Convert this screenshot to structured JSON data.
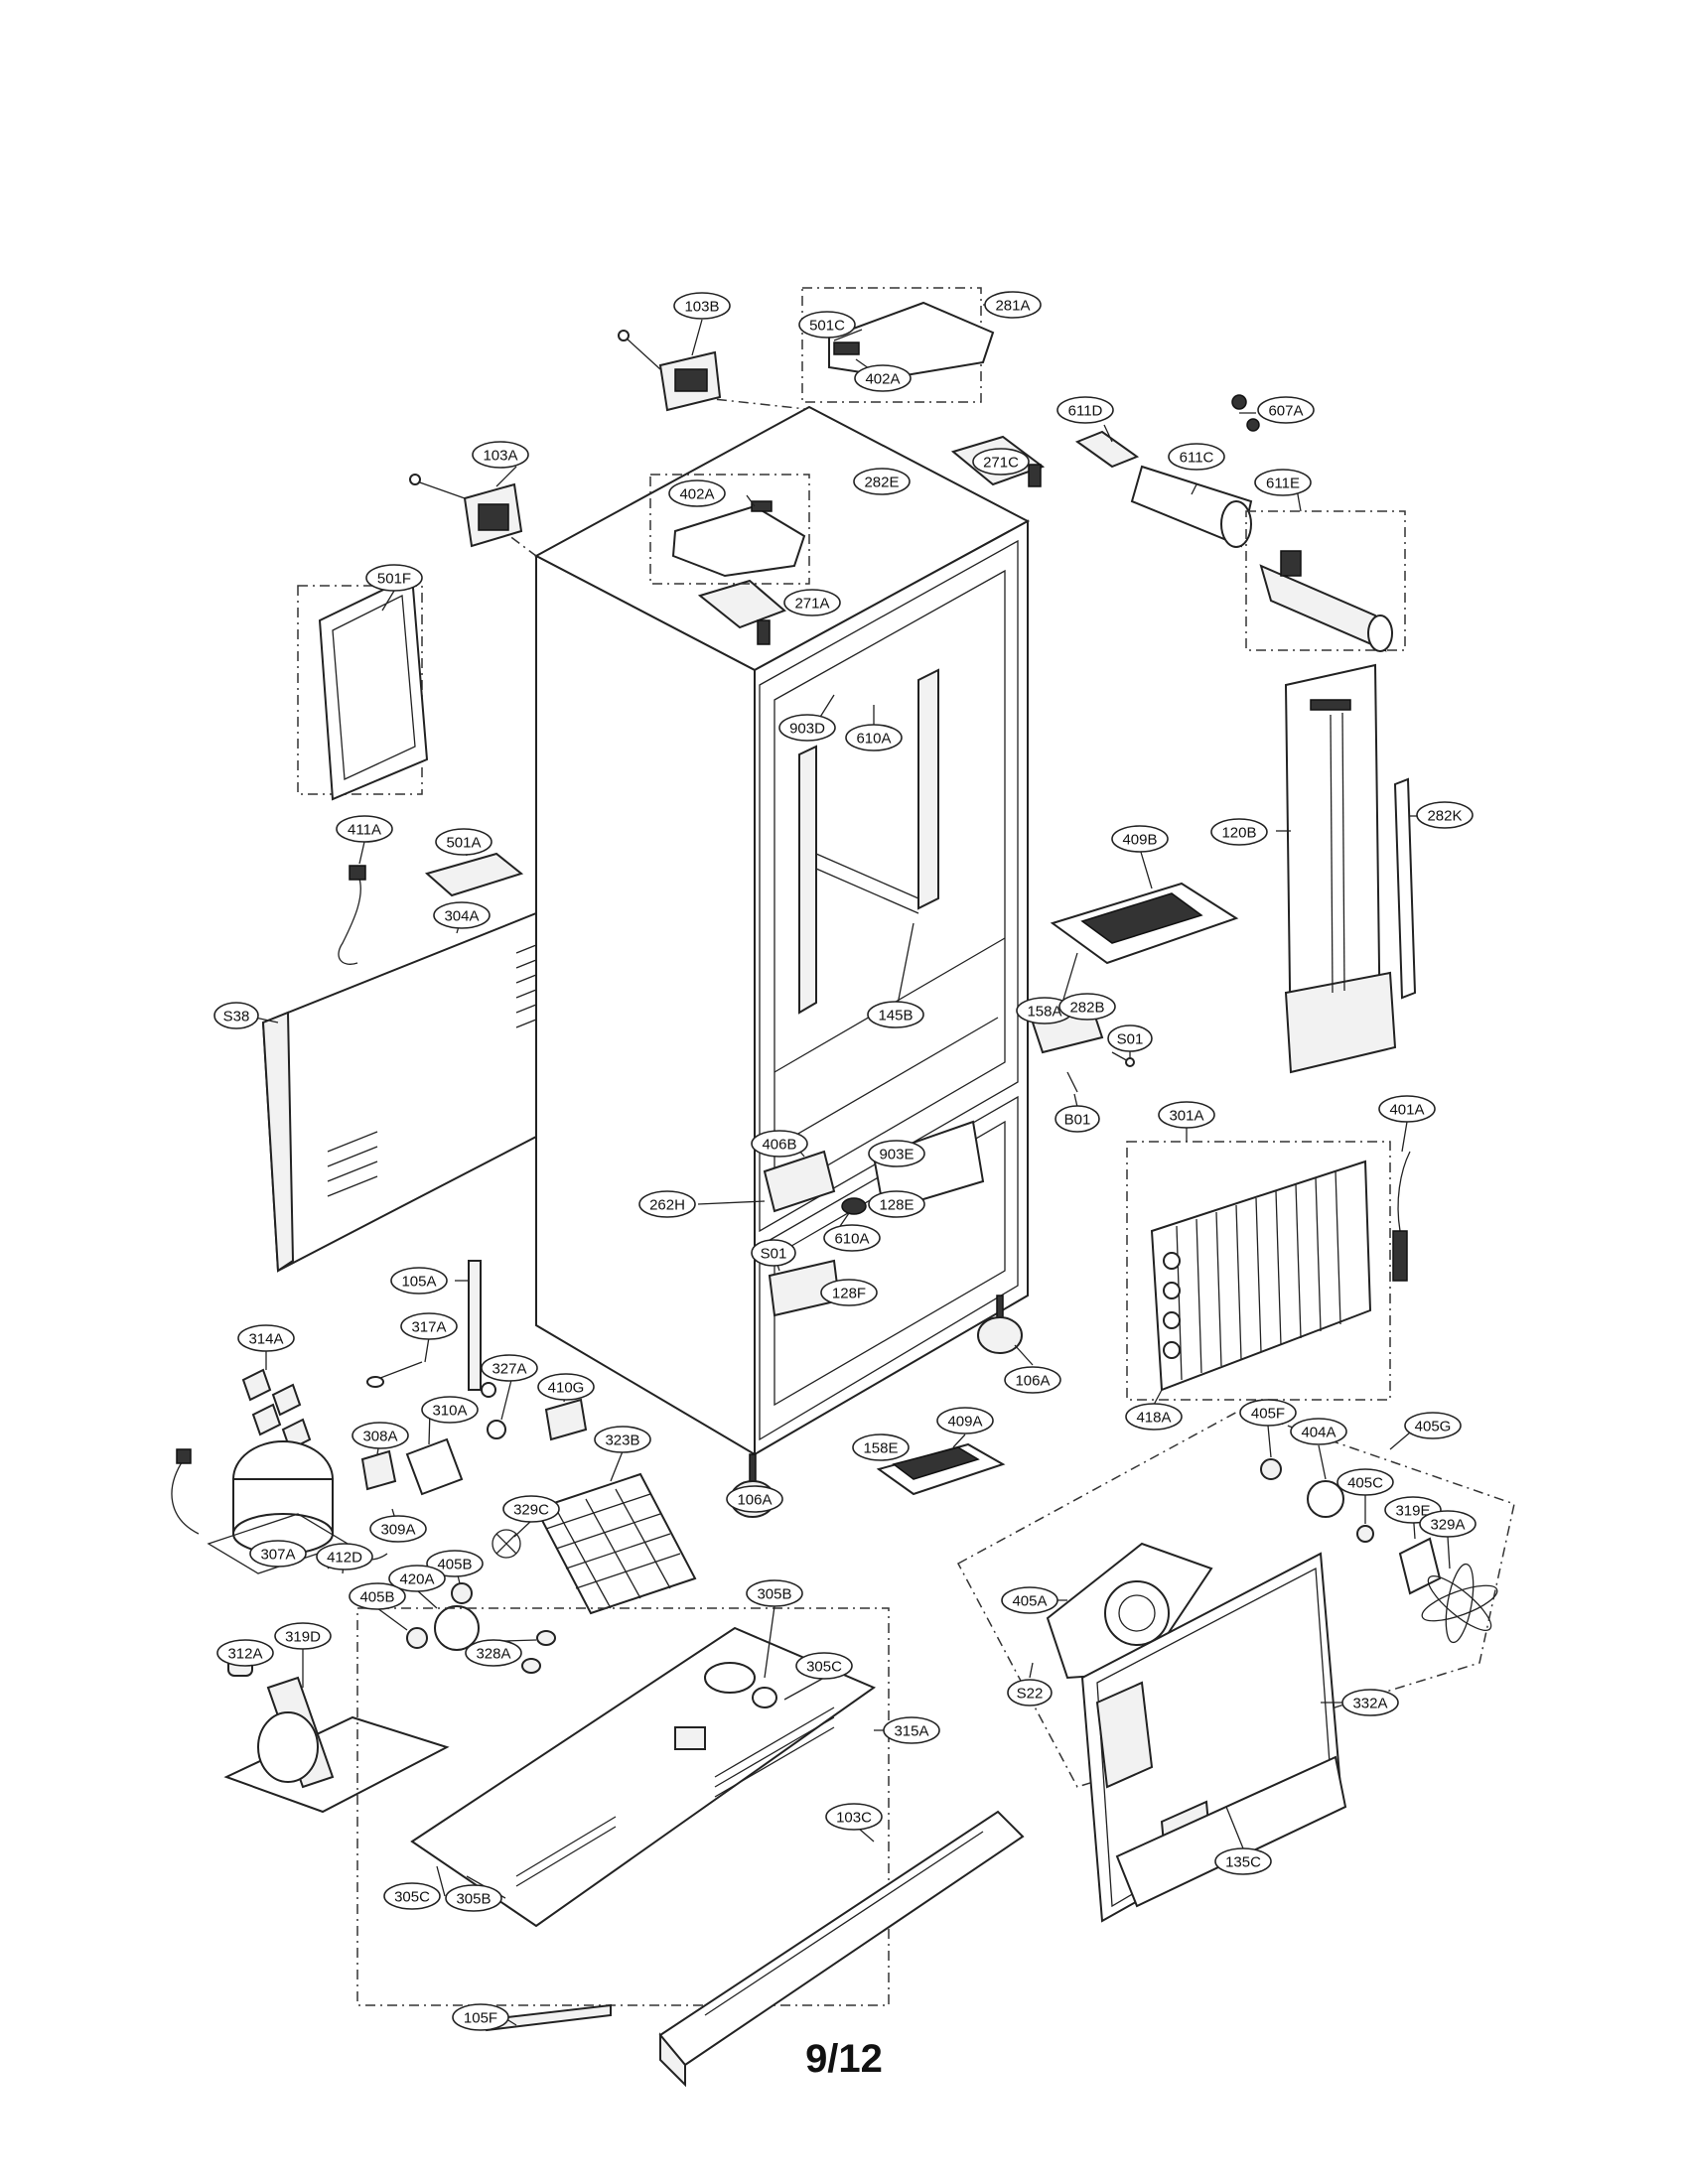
{
  "page_number": "9/12",
  "callouts": [
    {
      "id": "103B"
    },
    {
      "id": "281A"
    },
    {
      "id": "501C"
    },
    {
      "id": "402A"
    },
    {
      "id": "271C"
    },
    {
      "id": "611D"
    },
    {
      "id": "607A"
    },
    {
      "id": "611C"
    },
    {
      "id": "611E"
    },
    {
      "id": "103A"
    },
    {
      "id": "402A"
    },
    {
      "id": "282E"
    },
    {
      "id": "501F"
    },
    {
      "id": "271A"
    },
    {
      "id": "903D"
    },
    {
      "id": "610A"
    },
    {
      "id": "120B"
    },
    {
      "id": "282K"
    },
    {
      "id": "411A"
    },
    {
      "id": "501A"
    },
    {
      "id": "409B"
    },
    {
      "id": "304A"
    },
    {
      "id": "158A"
    },
    {
      "id": "145B"
    },
    {
      "id": "S38"
    },
    {
      "id": "282B"
    },
    {
      "id": "S01"
    },
    {
      "id": "B01"
    },
    {
      "id": "301A"
    },
    {
      "id": "401A"
    },
    {
      "id": "406B"
    },
    {
      "id": "903E"
    },
    {
      "id": "262H"
    },
    {
      "id": "128E"
    },
    {
      "id": "610A"
    },
    {
      "id": "S01"
    },
    {
      "id": "128F"
    },
    {
      "id": "105A"
    },
    {
      "id": "106A"
    },
    {
      "id": "314A"
    },
    {
      "id": "317A"
    },
    {
      "id": "327A"
    },
    {
      "id": "410G"
    },
    {
      "id": "409A"
    },
    {
      "id": "310A"
    },
    {
      "id": "308A"
    },
    {
      "id": "158E"
    },
    {
      "id": "418A"
    },
    {
      "id": "323B"
    },
    {
      "id": "106A"
    },
    {
      "id": "405F"
    },
    {
      "id": "404A"
    },
    {
      "id": "405G"
    },
    {
      "id": "329C"
    },
    {
      "id": "309A"
    },
    {
      "id": "405C"
    },
    {
      "id": "319E"
    },
    {
      "id": "329A"
    },
    {
      "id": "405B"
    },
    {
      "id": "307A"
    },
    {
      "id": "412D"
    },
    {
      "id": "420A"
    },
    {
      "id": "405A"
    },
    {
      "id": "312A"
    },
    {
      "id": "405B"
    },
    {
      "id": "328A"
    },
    {
      "id": "305B"
    },
    {
      "id": "319D"
    },
    {
      "id": "305C"
    },
    {
      "id": "S22"
    },
    {
      "id": "332A"
    },
    {
      "id": "315A"
    },
    {
      "id": "103C"
    },
    {
      "id": "135C"
    },
    {
      "id": "305C"
    },
    {
      "id": "305B"
    },
    {
      "id": "105F"
    }
  ]
}
